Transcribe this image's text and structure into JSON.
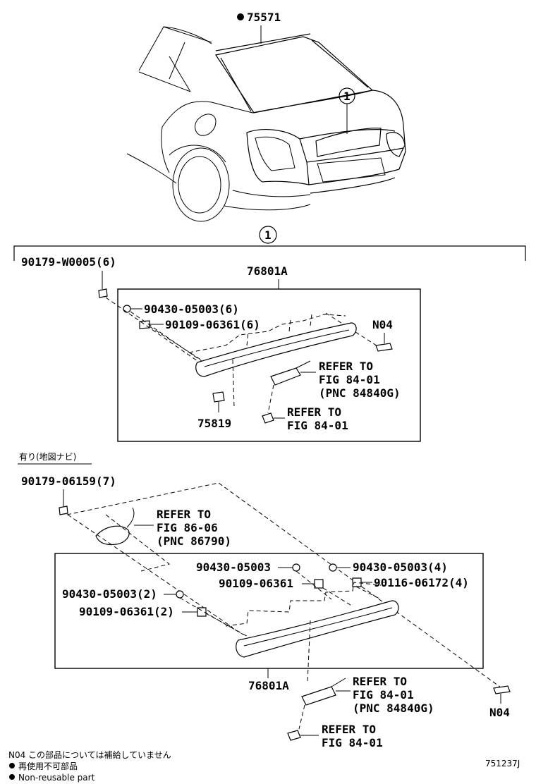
{
  "labels": {
    "top_part": "75571",
    "callout_1": "1",
    "callout_1b": "1",
    "s1_bolt": "90179-W0005(6)",
    "s1_assy": "76801A",
    "s1_clip": "90430-05003(6)",
    "s1_screw": "90109-06361(6)",
    "s1_n04": "N04",
    "s1_refer1_a": "REFER TO",
    "s1_refer1_b": "FIG 84-01",
    "s1_refer1_c": "(PNC 84840G)",
    "s1_75819": "75819",
    "s1_refer2_a": "REFER TO",
    "s1_refer2_b": "FIG 84-01",
    "s2_heading": "有り(地図ナビ)",
    "s2_bolt": "90179-06159(7)",
    "s2_refer3_a": "REFER TO",
    "s2_refer3_b": "FIG 86-06",
    "s2_refer3_c": "(PNC 86790)",
    "s2_clip_a": "90430-05003",
    "s2_clip_b": "90430-05003(4)",
    "s2_screw_a": "90109-06361",
    "s2_screw_b": "90116-06172(4)",
    "s2_clip_c": "90430-05003(2)",
    "s2_screw_c": "90109-06361(2)",
    "s2_assy": "76801A",
    "s2_refer4_a": "REFER TO",
    "s2_refer4_b": "FIG 84-01",
    "s2_refer4_c": "(PNC 84840G)",
    "s2_n04": "N04",
    "s2_refer5_a": "REFER TO",
    "s2_refer5_b": "FIG 84-01"
  },
  "footer": {
    "note_n04": "N04 この部品については補給していません",
    "note_jp": "再使用不可部品",
    "note_en": "Non-reusable part",
    "fig_id": "751237J"
  }
}
